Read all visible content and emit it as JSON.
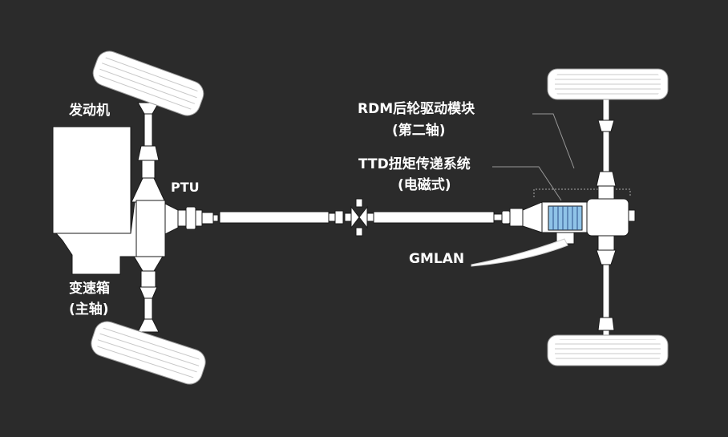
{
  "labels": {
    "engine": "发动机",
    "ptu": "PTU",
    "transmission": "变速箱",
    "main_axle": "(主轴)",
    "rdm": "RDM后轮驱动模块",
    "second_axle": "(第二轴)",
    "ttd": "TTD扭矩传递系统",
    "electromagnetic": "(电磁式)",
    "gmlan": "GMLAN"
  },
  "colors": {
    "background": "#2b2b2b",
    "component": "#ffffff",
    "stroke": "#1a1a1a",
    "clutch_pack": "#8fc3e8"
  }
}
